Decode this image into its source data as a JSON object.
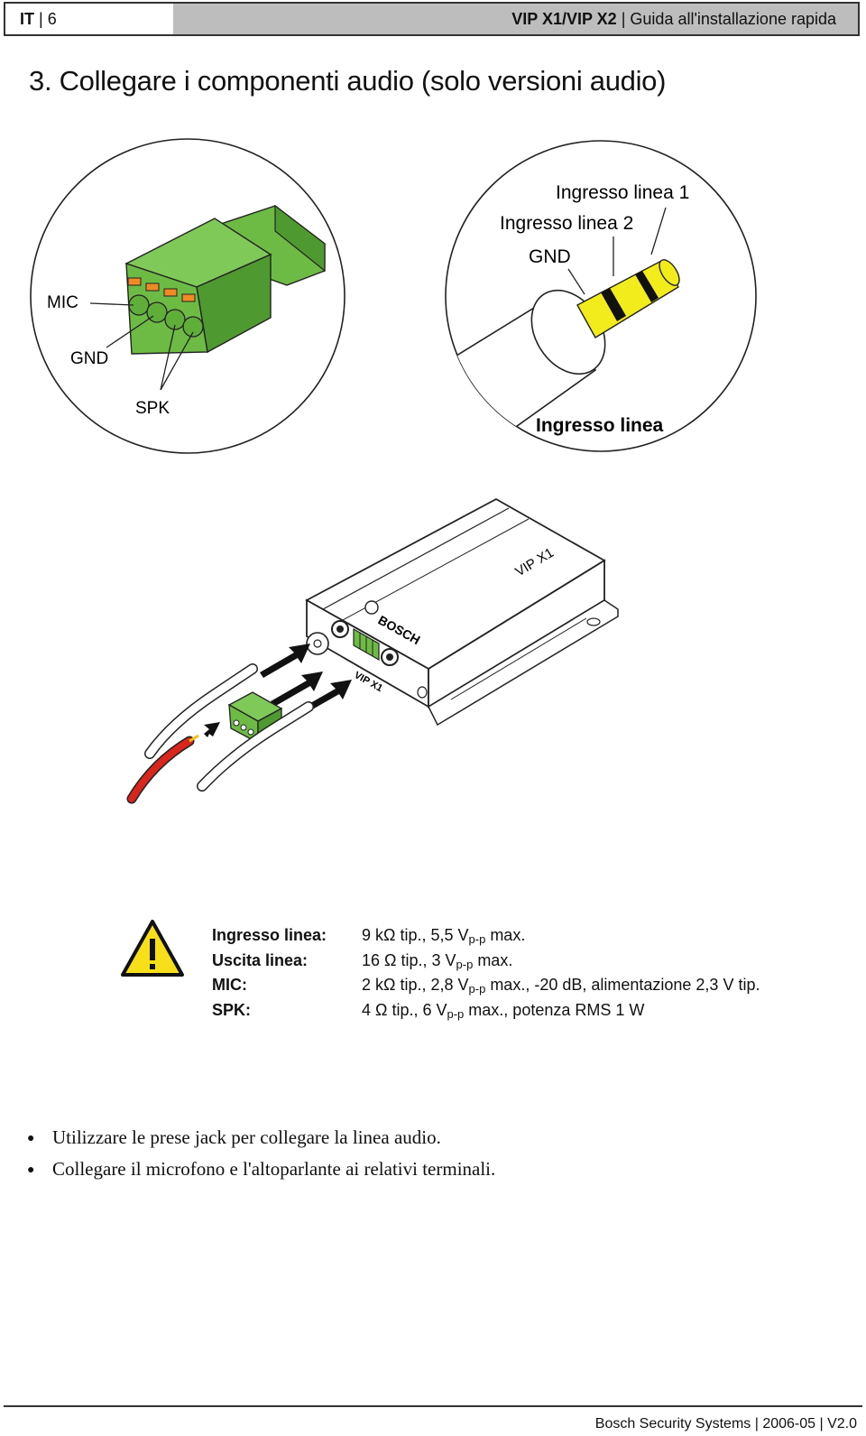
{
  "header": {
    "lang": "IT",
    "sep": "|",
    "page": "6",
    "product": "VIP X1/VIP X2",
    "doc_title": "Guida all'installazione rapida"
  },
  "title": "3. Collegare i componenti audio (solo versioni audio)",
  "left_diagram": {
    "mic": "MIC",
    "gnd": "GND",
    "spk": "SPK"
  },
  "right_diagram": {
    "line_in_1": "Ingresso linea 1",
    "line_in_2": "Ingresso linea 2",
    "gnd": "GND",
    "caption": "Ingresso linea"
  },
  "device": {
    "model": "VIP X1",
    "brand": "BOSCH"
  },
  "specs": [
    {
      "label": "Ingresso linea:",
      "pre": "9 kΩ tip., 5,5 V",
      "sub": "p-p",
      "post": " max."
    },
    {
      "label": "Uscita linea:",
      "pre": "16 Ω tip., 3 V",
      "sub": "p-p",
      "post": " max."
    },
    {
      "label": "MIC:",
      "pre": "2 kΩ tip., 2,8 V",
      "sub": "p-p",
      "post": " max., -20 dB, alimentazione 2,3 V tip."
    },
    {
      "label": "SPK:",
      "pre": "4 Ω tip., 6 V",
      "sub": "p-p",
      "post": " max., potenza RMS 1 W"
    }
  ],
  "bullets": [
    "Utilizzare le prese jack per collegare la linea audio.",
    "Collegare il microfono e l'altoparlante ai relativi terminali."
  ],
  "footer": "Bosch Security Systems | 2006-05 | V2.0",
  "colors": {
    "terminal_green": "#6dbb45",
    "jack_yellow": "#f2ec1c",
    "cable_red": "#d9261c",
    "warning_yellow": "#f7e01a",
    "header_gray": "#bdbdbd"
  }
}
